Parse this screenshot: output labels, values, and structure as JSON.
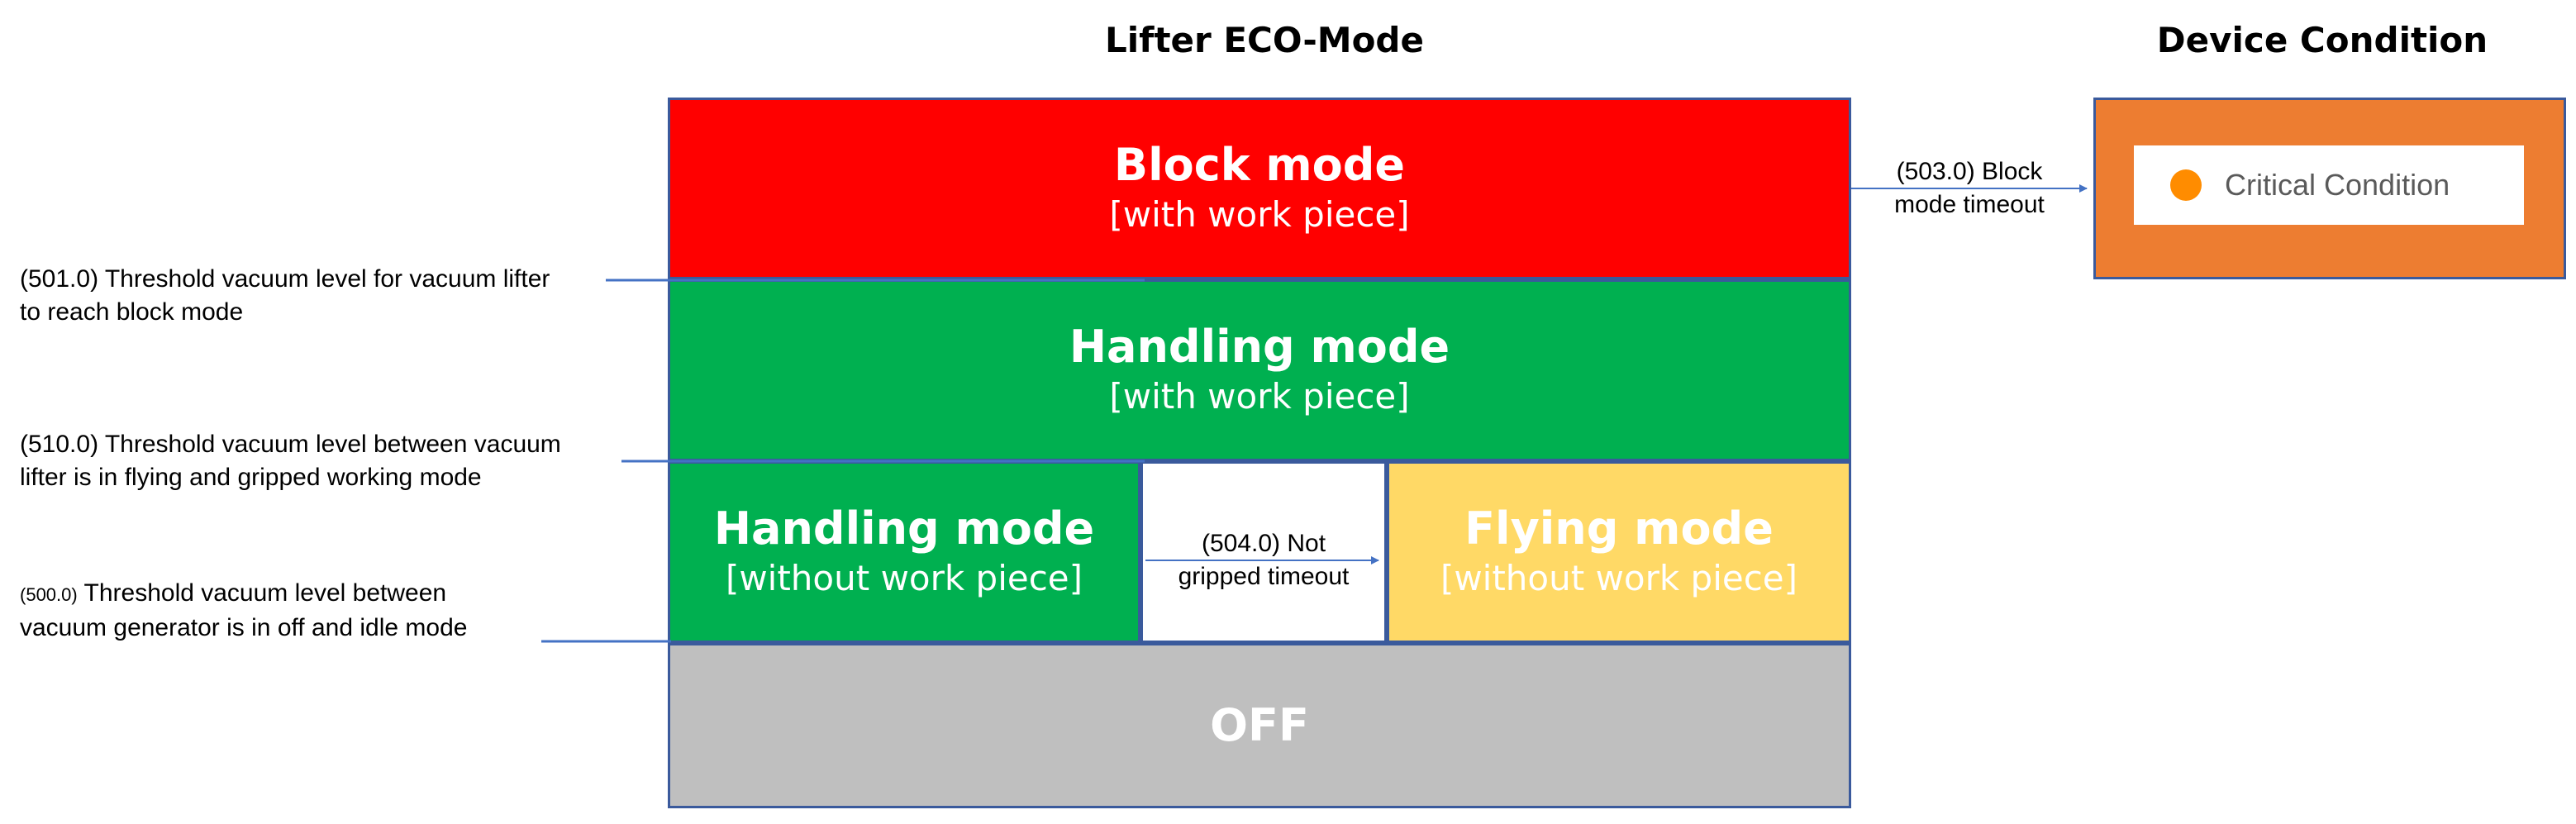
{
  "titles": {
    "left": "Lifter ECO-Mode",
    "right": "Device Condition"
  },
  "modes": {
    "block": {
      "main": "Block mode",
      "sub": "[with work piece]"
    },
    "handling_with": {
      "main": "Handling mode",
      "sub": "[with work piece]"
    },
    "handling_without": {
      "main": "Handling mode",
      "sub": "[without work piece]"
    },
    "flying": {
      "main": "Flying mode",
      "sub": "[without work piece]"
    },
    "off": {
      "main": "OFF"
    }
  },
  "notes": {
    "n501": {
      "line1": "(501.0) Threshold vacuum level for vacuum lifter",
      "line2": "to reach block mode"
    },
    "n510": {
      "line1": "(510.0) Threshold vacuum level between  vacuum",
      "line2": "lifter is in flying and gripped working mode"
    },
    "n500": {
      "code": "500.0",
      "line1_rest": " Threshold vacuum level between",
      "line2": "vacuum generator is in off and idle mode"
    },
    "n504": {
      "line1": "(504.0) Not",
      "line2": "gripped timeout"
    },
    "n503": {
      "line1": "(503.0) Block",
      "line2": "mode timeout"
    }
  },
  "device": {
    "status": "Critical Condition"
  },
  "colors": {
    "block": "#ff0000",
    "handling": "#00b050",
    "flying": "#ffd966",
    "off": "#bfbfbf",
    "device_bg": "#ed7d31",
    "status_dot": "#ff8c00",
    "line": "#4472c4"
  }
}
